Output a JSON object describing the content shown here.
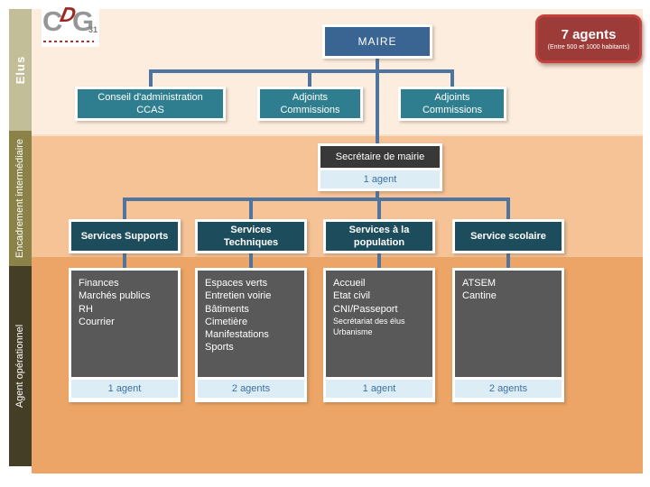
{
  "header": {
    "logo": {
      "c": "C",
      "d": "D",
      "g": "G",
      "number": "31"
    },
    "agents_badge": {
      "title": "7 agents",
      "subtitle": "(Entre 500 et 1000 habitants)"
    }
  },
  "sidebar": {
    "bands": [
      {
        "label": "Elus"
      },
      {
        "label": "Encadrement intermédiaire"
      },
      {
        "label": "Agent opérationnel"
      }
    ]
  },
  "org": {
    "root": {
      "label": "MAIRE"
    },
    "level1": [
      {
        "label": [
          "Conseil d'administration",
          "CCAS"
        ]
      },
      {
        "label": [
          "Adjoints",
          "Commissions"
        ]
      },
      {
        "label": [
          "Adjoints",
          "Commissions"
        ]
      }
    ],
    "secretary": {
      "label": "Secrétaire de mairie",
      "count": "1 agent"
    },
    "services": [
      {
        "title": "Services Supports",
        "items": [
          "Finances",
          "Marchés publics",
          "RH",
          "Courrier"
        ],
        "count": "1 agent"
      },
      {
        "title": [
          "Services",
          "Techniques"
        ],
        "items": [
          "Espaces verts",
          "Entretien voirie",
          "Bâtiments",
          "Cimetière",
          "Manifestations",
          "Sports"
        ],
        "count": "2 agents"
      },
      {
        "title": [
          "Services à la",
          "population"
        ],
        "items": [
          "Accueil",
          "Etat civil",
          "CNI/Passeport"
        ],
        "items_small": [
          "Secrétariat des élus",
          "Urbanisme"
        ],
        "count": "1 agent"
      },
      {
        "title": "Service scolaire",
        "items": [
          "ATSEM",
          "Cantine"
        ],
        "count": "2 agents"
      }
    ]
  },
  "colors": {
    "band_elus": "#fcedde",
    "band_mid": "#f5c396",
    "band_bottom": "#eca566",
    "side_elus": "#c2be98",
    "side_mid": "#8b8249",
    "side_bottom": "#443e26",
    "level1_teal": "#2f7e90",
    "service_header_teal": "#1d4d5c",
    "maire_blue": "#3a6492",
    "connector_blue": "#5074a0",
    "gray_box": "#595959",
    "secretary_dark": "#383838",
    "count_bg": "#dcedf5",
    "count_text": "#3f6f9e",
    "badge_bg": "#9c3b38",
    "badge_border": "#c2413c"
  }
}
